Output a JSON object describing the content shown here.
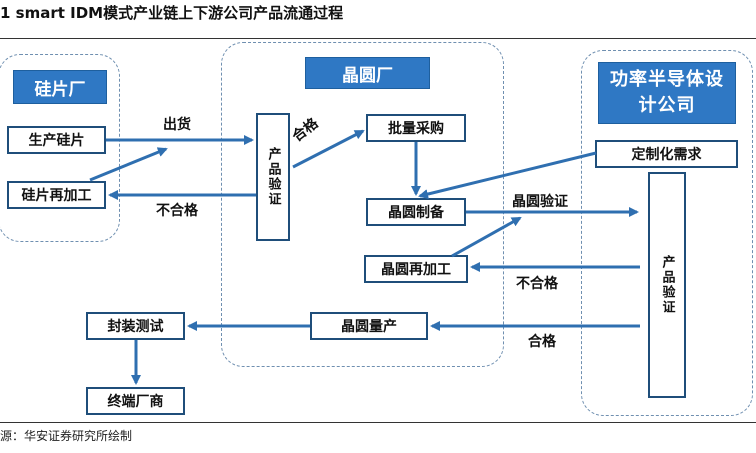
{
  "title": "1 smart IDM模式产业链上下游公司产品流通过程",
  "source": "源：华安证券研究所绘制",
  "colors": {
    "arrow": "#2f6fb0",
    "label_fill": "#2f78c4",
    "box_border": "#1f4e7a",
    "region_border": "#6f8fb0"
  },
  "regions": {
    "wafer_factory": "硅片厂",
    "fab": "晶圆厂",
    "design": "功率半导体设计公司"
  },
  "boxes": {
    "produce_wafer": "生产硅片",
    "wafer_reprocess": "硅片再加工",
    "product_verify_fab": "产品验证",
    "bulk_purchase": "批量采购",
    "wafer_prep": "晶圆制备",
    "wafer_reprocess_fab": "晶圆再加工",
    "wafer_mass_production": "晶圆量产",
    "custom_demand": "定制化需求",
    "product_verify_design": "产品验证",
    "package_test": "封装测试",
    "end_vendor": "终端厂商"
  },
  "edge_labels": {
    "ship": "出货",
    "fail_1": "不合格",
    "pass_1": "合格",
    "wafer_verify": "晶圆验证",
    "fail_2": "不合格",
    "pass_2": "合格"
  }
}
